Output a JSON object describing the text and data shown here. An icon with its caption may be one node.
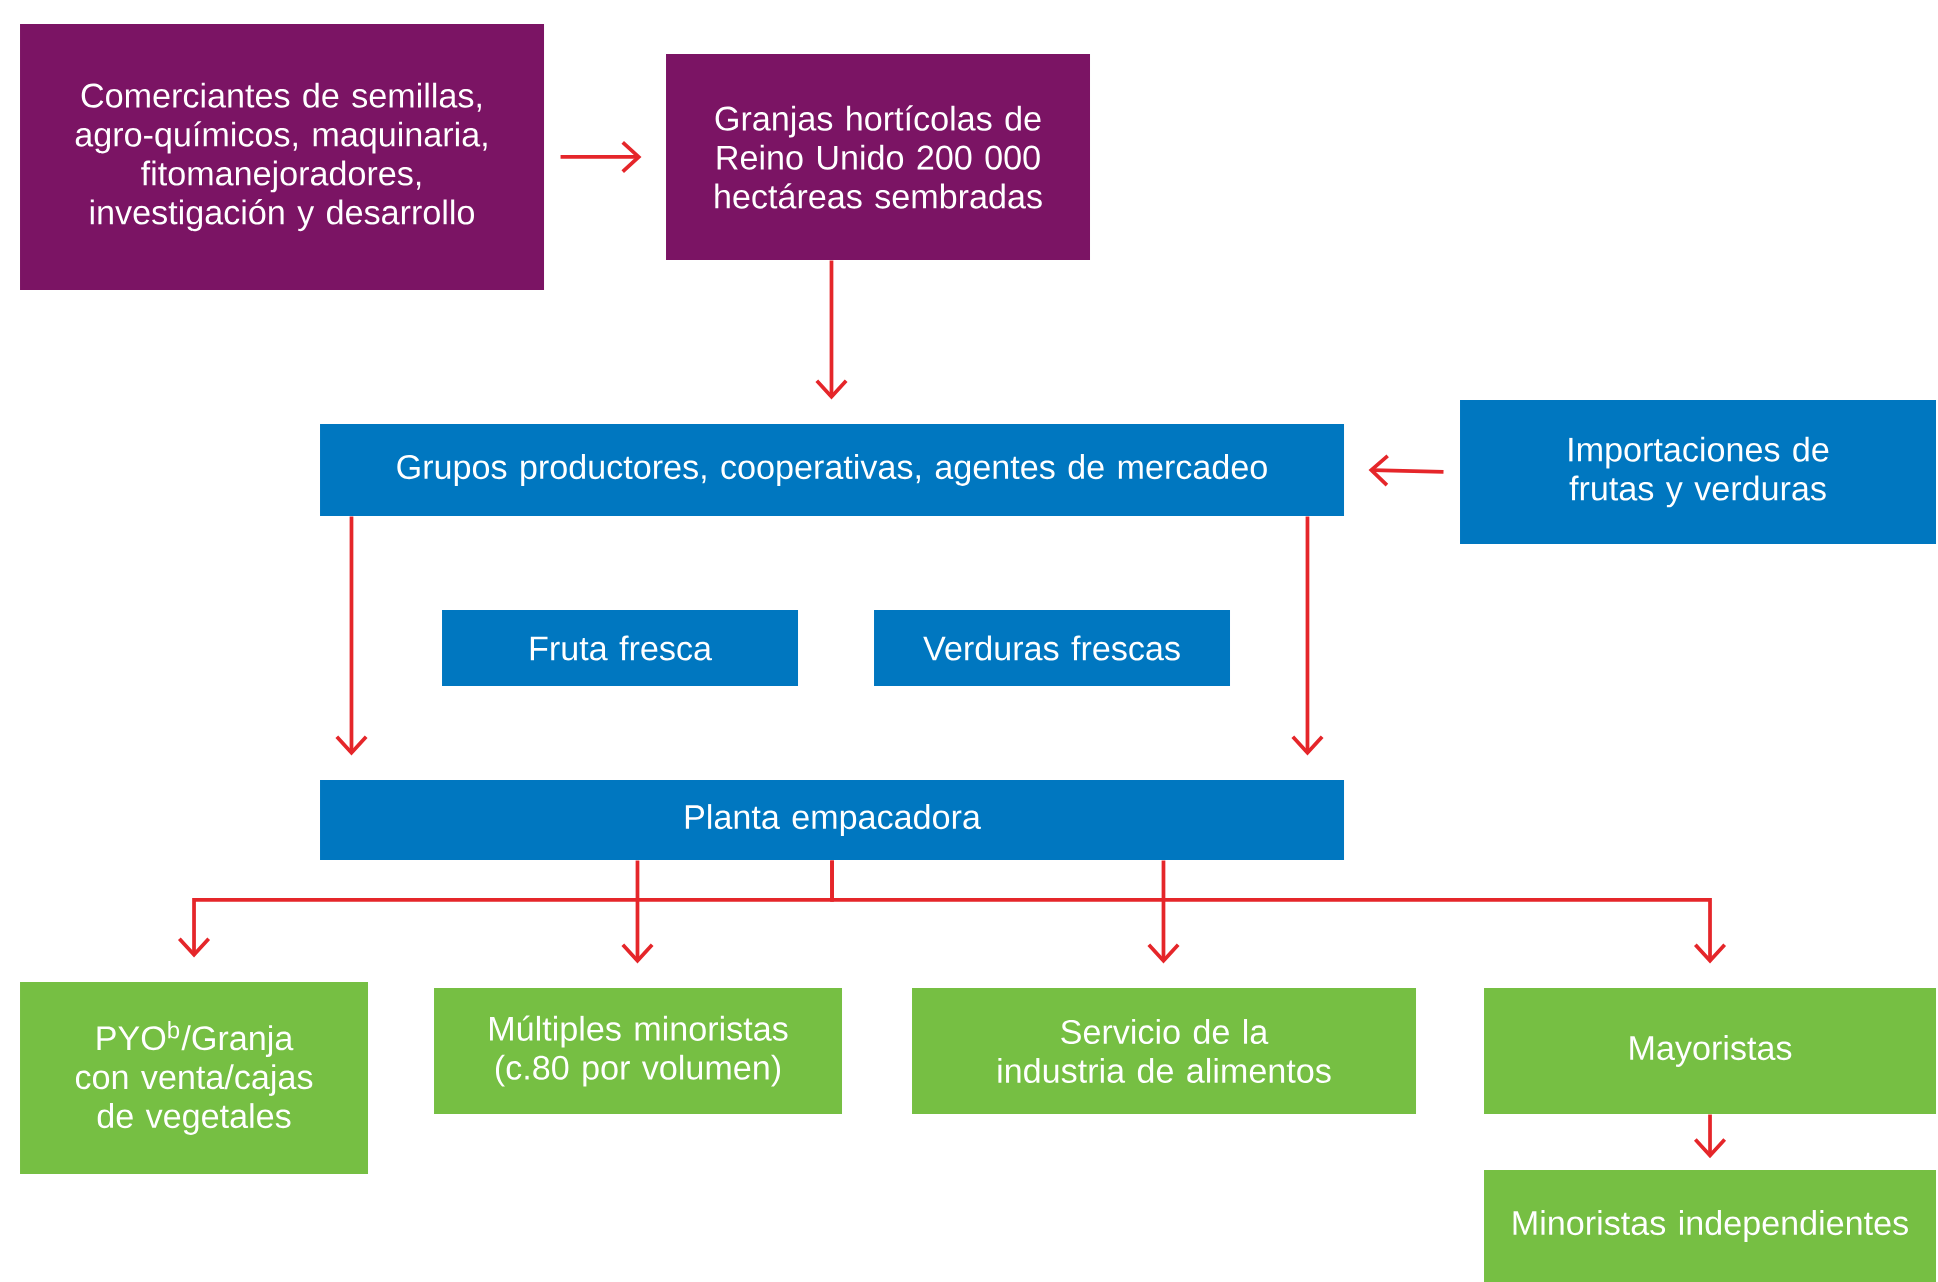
{
  "diagram": {
    "nodes": [
      {
        "text": [
          "Comerciantes de semillas, agro-químicos, maquinaria, fitomanejoradores, investigación y desarrollo"
        ]
      },
      {
        "text": [
          "Granjas hortícolas de Reino Unido 200 000 hectáreas sembradas"
        ]
      },
      {
        "text": [
          "Grupos productores, cooperativas, agentes de mercadeo"
        ]
      },
      {
        "text": [
          "Importaciones de frutas y verduras"
        ]
      },
      {
        "text": [
          "Fruta fresca"
        ]
      },
      {
        "text": [
          "Verduras frescas"
        ]
      },
      {
        "text": [
          "Planta empacadora"
        ]
      },
      {
        "text": [
          "PYO$^{b}$/Granja con venta/cajas de vegetales"
        ]
      },
      {
        "text": [
          "Múltiples minoristas (c.80 por volumen)"
        ]
      },
      {
        "text": [
          "Servicio de la industria de alimentos"
        ]
      },
      {
        "text": [
          "Mayoristas"
        ]
      },
      {
        "text": [
          "Minoristas independientes"
        ]
      }
    ],
    "edges": [
      {
        "from": 0,
        "to": 1,
        "arrow": "to"
      },
      {
        "from": 1,
        "to": 2,
        "arrow": "to"
      },
      {
        "from": 3,
        "to": 2,
        "arrow": "to"
      },
      {
        "from": 2,
        "to": 6,
        "arrow": "to"
      },
      {
        "from": 2,
        "to": 6,
        "arrow": "to"
      },
      {
        "from": 6,
        "to": 7,
        "arrow": "to"
      },
      {
        "from": 6,
        "to": 8,
        "arrow": "to"
      },
      {
        "from": 6,
        "to": 9,
        "arrow": "to"
      },
      {
        "from": 6,
        "to": 10,
        "arrow": "to"
      },
      {
        "from": 10,
        "to": 11,
        "arrow": "to"
      }
    ]
  }
}
